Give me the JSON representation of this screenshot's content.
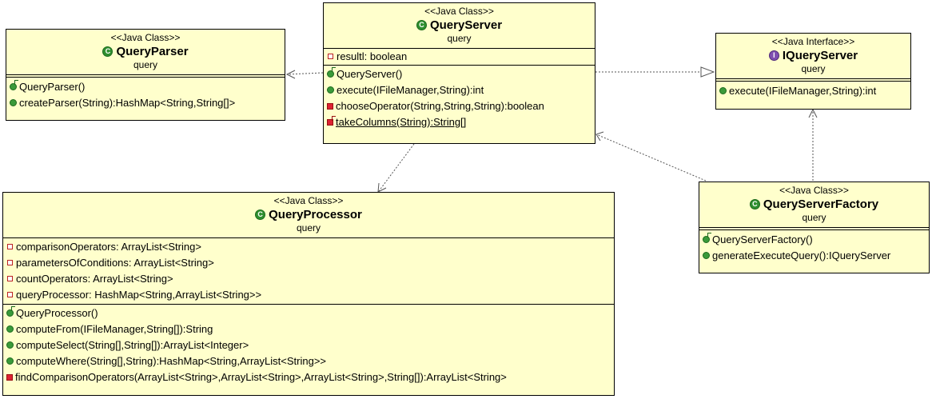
{
  "classes": {
    "query_parser": {
      "stereotype": "<<Java Class>>",
      "name": "QueryParser",
      "package": "query",
      "kind_icon": "class-icon",
      "fields": [],
      "methods": [
        {
          "icon": "constructor-icon",
          "text": "QueryParser()"
        },
        {
          "icon": "public-method-icon",
          "text": "createParser(String):HashMap<String,String[]>"
        }
      ]
    },
    "query_server": {
      "stereotype": "<<Java Class>>",
      "name": "QueryServer",
      "package": "query",
      "kind_icon": "class-icon",
      "fields": [
        {
          "icon": "private-field-icon",
          "text": "resultl: boolean"
        }
      ],
      "methods": [
        {
          "icon": "constructor-icon",
          "text": "QueryServer()"
        },
        {
          "icon": "public-method-icon",
          "text": "execute(IFileManager,String):int"
        },
        {
          "icon": "private-method-icon",
          "text": "chooseOperator(String,String,String):boolean"
        },
        {
          "icon": "private-static-method-icon",
          "text": "takeColumns(String):String[]",
          "underline": true
        }
      ]
    },
    "iquery_server": {
      "stereotype": "<<Java Interface>>",
      "name": "IQueryServer",
      "package": "query",
      "kind_icon": "interface-icon",
      "methods": [
        {
          "icon": "public-method-icon",
          "text": "execute(IFileManager,String):int"
        }
      ]
    },
    "query_processor": {
      "stereotype": "<<Java Class>>",
      "name": "QueryProcessor",
      "package": "query",
      "kind_icon": "class-icon",
      "fields": [
        {
          "icon": "private-field-icon",
          "text": "comparisonOperators: ArrayList<String>"
        },
        {
          "icon": "private-field-icon",
          "text": "parametersOfConditions: ArrayList<String>"
        },
        {
          "icon": "private-field-icon",
          "text": "countOperators: ArrayList<String>"
        },
        {
          "icon": "private-field-icon",
          "text": "queryProcessor: HashMap<String,ArrayList<String>>"
        }
      ],
      "methods": [
        {
          "icon": "constructor-icon",
          "text": "QueryProcessor()"
        },
        {
          "icon": "public-method-icon",
          "text": "computeFrom(IFileManager,String[]):String"
        },
        {
          "icon": "public-method-icon",
          "text": "computeSelect(String[],String[]):ArrayList<Integer>"
        },
        {
          "icon": "public-method-icon",
          "text": "computeWhere(String[],String):HashMap<String,ArrayList<String>>"
        },
        {
          "icon": "private-method-icon",
          "text": "findComparisonOperators(ArrayList<String>,ArrayList<String>,ArrayList<String>,String[]):ArrayList<String>"
        }
      ]
    },
    "query_server_factory": {
      "stereotype": "<<Java Class>>",
      "name": "QueryServerFactory",
      "package": "query",
      "kind_icon": "class-icon",
      "fields": [],
      "methods": [
        {
          "icon": "constructor-icon",
          "text": "QueryServerFactory()"
        },
        {
          "icon": "public-method-icon",
          "text": "generateExecuteQuery():IQueryServer"
        }
      ]
    }
  },
  "colors": {
    "class_fill": "#ffffcc",
    "border": "#000000",
    "class_icon": "#2f8f2f",
    "interface_icon": "#7f4fb0",
    "private_icon": "#dd2233"
  }
}
